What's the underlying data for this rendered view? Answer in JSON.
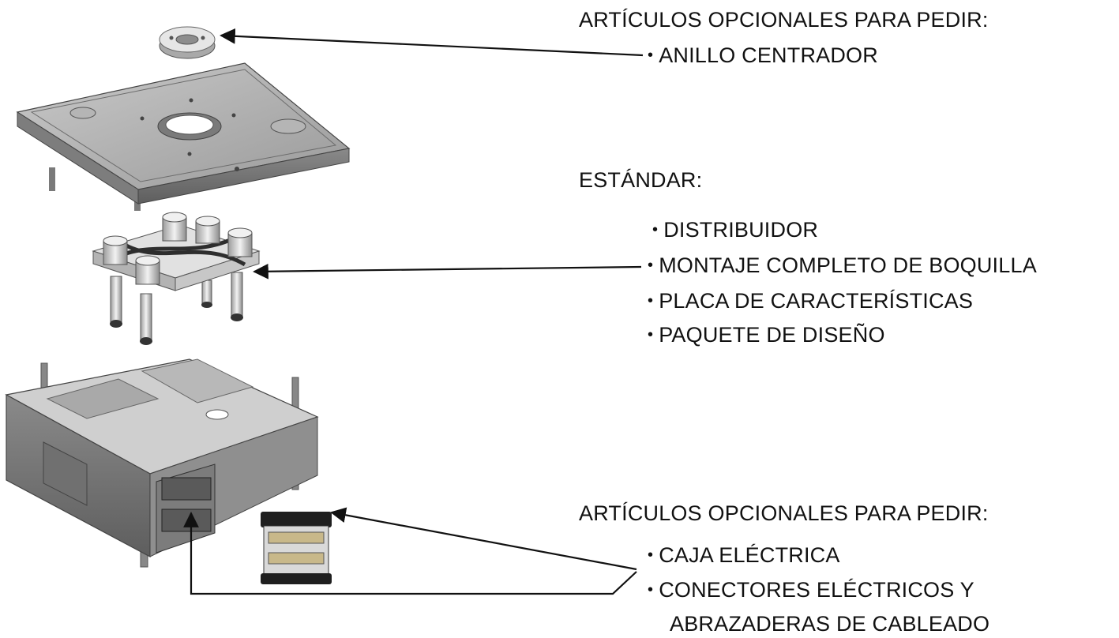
{
  "sections": {
    "optional_top": {
      "heading": "ARTÍCULOS OPCIONALES PARA PEDIR:",
      "items": [
        "ANILLO CENTRADOR"
      ]
    },
    "standard": {
      "heading": "ESTÁNDAR:",
      "items": [
        "DISTRIBUIDOR",
        "MONTAJE COMPLETO DE BOQUILLA",
        "PLACA DE CARACTERÍSTICAS",
        "PAQUETE DE DISEÑO"
      ]
    },
    "optional_bottom": {
      "heading": "ARTÍCULOS OPCIONALES PARA PEDIR:",
      "items": [
        "CAJA ELÉCTRICA",
        "CONECTORES ELÉCTRICOS Y",
        "ABRAZADERAS DE CABLEADO"
      ]
    }
  },
  "colors": {
    "text": "#111111",
    "arrow": "#111111",
    "part_light": "#d9d9d9",
    "part_mid": "#a8a8a8",
    "part_dark": "#6e6e6e",
    "part_edge": "#3a3a3a"
  }
}
